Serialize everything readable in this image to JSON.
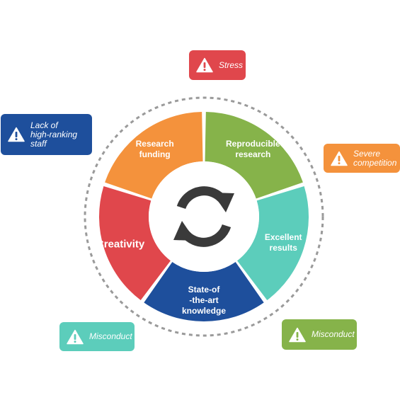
{
  "center": {
    "icon": "refresh-cycle-icon"
  },
  "segments": [
    {
      "id": "creativity",
      "label": "Creativity",
      "color": "#e0474c"
    },
    {
      "id": "research-funding",
      "label": "Research\nfunding",
      "color": "#f4923c"
    },
    {
      "id": "reproducible-research",
      "label": "Reproducible\nresearch",
      "color": "#86b34a"
    },
    {
      "id": "excellent-results",
      "label": "Excellent\nresults",
      "color": "#5ccdbb"
    },
    {
      "id": "state-of-the-art",
      "label": "State-of\n-the-art\nknowledge",
      "color": "#1e4f9c"
    }
  ],
  "warnings": [
    {
      "id": "stress",
      "text": "Stress",
      "color": "#e0474c",
      "icon": "warning-icon"
    },
    {
      "id": "lack-of-staff",
      "text": "Lack of\nhigh-ranking\nstaff",
      "color": "#1e4f9c",
      "icon": "warning-icon"
    },
    {
      "id": "severe-competition",
      "text": "Severe\ncompetition",
      "color": "#f4923c",
      "icon": "warning-icon"
    },
    {
      "id": "misconduct-left",
      "text": "Misconduct",
      "color": "#5ccdbb",
      "icon": "warning-icon"
    },
    {
      "id": "misconduct-right",
      "text": "Misconduct",
      "color": "#86b34a",
      "icon": "warning-icon"
    }
  ]
}
